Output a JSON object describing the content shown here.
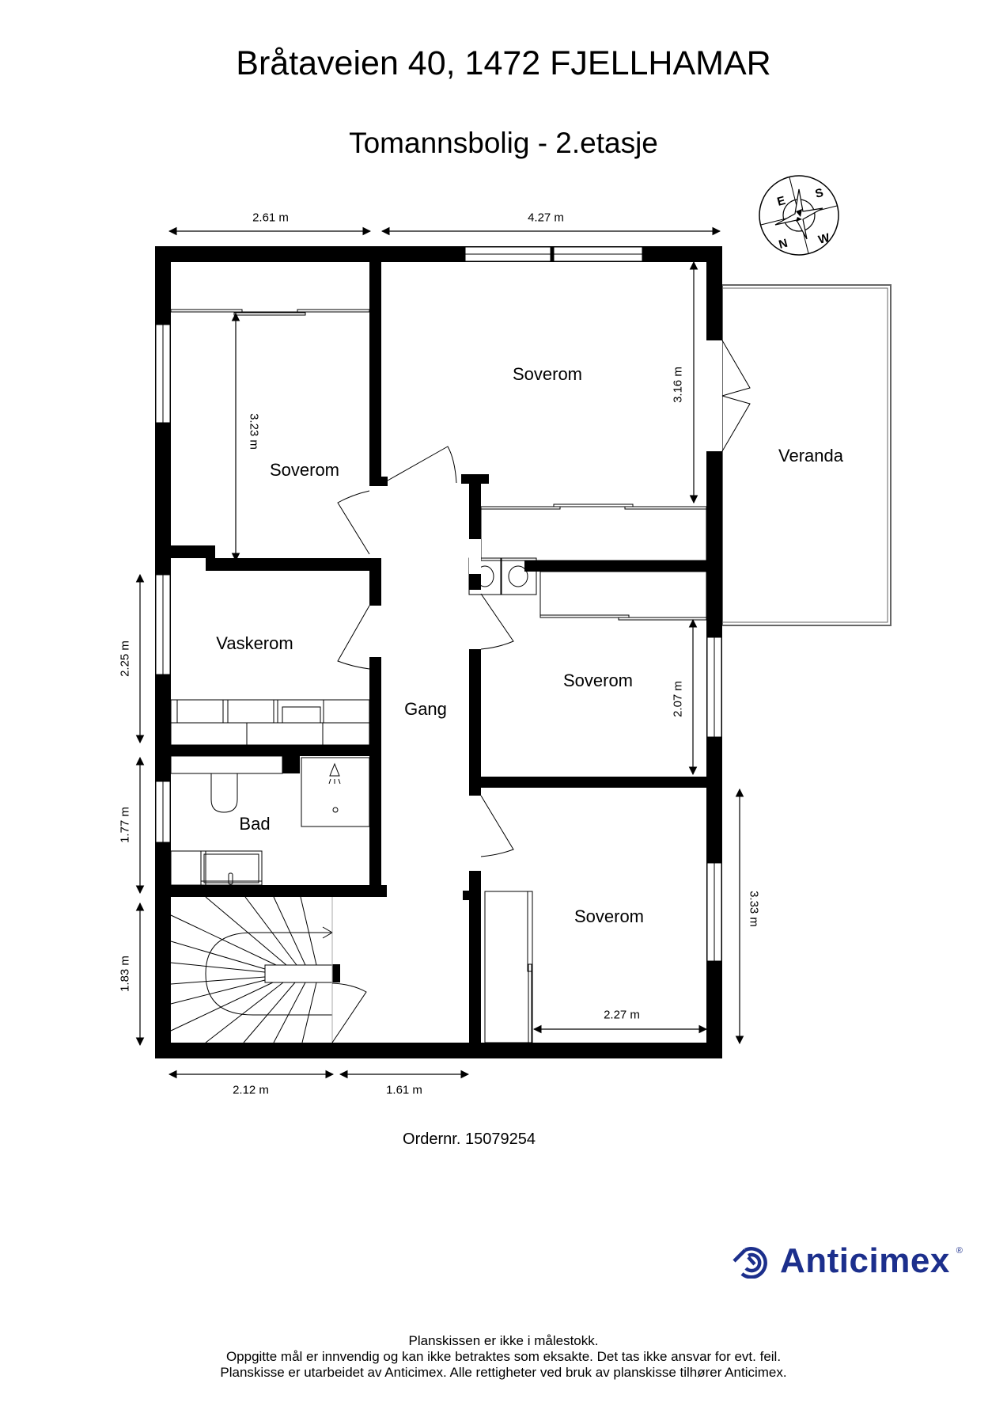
{
  "header": {
    "address": "Bråtaveien 40, 1472 FJELLHAMAR",
    "subtitle": "Tomannsbolig - 2.etasje"
  },
  "compass": {
    "labels": [
      "N",
      "E",
      "S",
      "W"
    ]
  },
  "rooms": [
    {
      "id": "soverom-nw",
      "label": "Soverom"
    },
    {
      "id": "soverom-ne",
      "label": "Soverom"
    },
    {
      "id": "veranda",
      "label": "Veranda"
    },
    {
      "id": "vaskerom",
      "label": "Vaskerom"
    },
    {
      "id": "gang",
      "label": "Gang"
    },
    {
      "id": "soverom-e",
      "label": "Soverom"
    },
    {
      "id": "bad",
      "label": "Bad"
    },
    {
      "id": "soverom-se",
      "label": "Soverom"
    }
  ],
  "dimensions": {
    "top_left_width": "2.61 m",
    "top_right_width": "4.27 m",
    "nw_bedroom_height": "3.23 m",
    "ne_bedroom_height": "3.16 m",
    "vaskerom_height": "2.25 m",
    "bad_height": "1.77 m",
    "stair_height": "1.83 m",
    "e_bedroom_height": "2.07 m",
    "se_bedroom_height": "3.33 m",
    "se_bedroom_width": "2.27 m",
    "bottom_left_width": "2.12 m",
    "bottom_mid_width": "1.61 m"
  },
  "order": {
    "text": "Ordernr. 15079254"
  },
  "brand": {
    "name": "Anticimex",
    "registered": "®",
    "color": "#1c2f8c"
  },
  "footer": {
    "line1": "Planskissen er ikke i målestokk.",
    "line2": "Oppgitte mål er innvendig og kan ikke betraktes som eksakte. Det tas ikke ansvar for evt. feil.",
    "line3": "Planskisse er utarbeidet av Anticimex. Alle rettigheter ved bruk av planskisse tilhører Anticimex."
  }
}
